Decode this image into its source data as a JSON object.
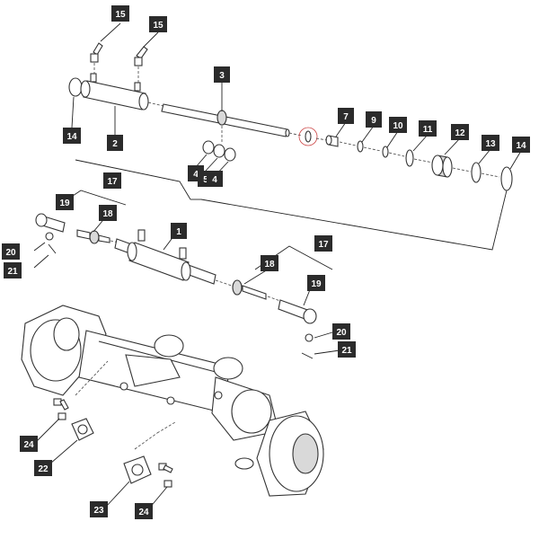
{
  "diagram": {
    "callouts": [
      {
        "id": "c15a",
        "label": "15"
      },
      {
        "id": "c15b",
        "label": "15"
      },
      {
        "id": "c3",
        "label": "3"
      },
      {
        "id": "c14a",
        "label": "14"
      },
      {
        "id": "c2",
        "label": "2"
      },
      {
        "id": "c7",
        "label": "7"
      },
      {
        "id": "c9",
        "label": "9"
      },
      {
        "id": "c10",
        "label": "10"
      },
      {
        "id": "c11",
        "label": "11"
      },
      {
        "id": "c12",
        "label": "12"
      },
      {
        "id": "c13",
        "label": "13"
      },
      {
        "id": "c14b",
        "label": "14"
      },
      {
        "id": "c4a",
        "label": "4"
      },
      {
        "id": "c5",
        "label": "5"
      },
      {
        "id": "c4b",
        "label": "4"
      },
      {
        "id": "c17a",
        "label": "17"
      },
      {
        "id": "c19a",
        "label": "19"
      },
      {
        "id": "c18a",
        "label": "18"
      },
      {
        "id": "c1",
        "label": "1"
      },
      {
        "id": "c20a",
        "label": "20"
      },
      {
        "id": "c21a",
        "label": "21"
      },
      {
        "id": "c17b",
        "label": "17"
      },
      {
        "id": "c18b",
        "label": "18"
      },
      {
        "id": "c19b",
        "label": "19"
      },
      {
        "id": "c20b",
        "label": "20"
      },
      {
        "id": "c21b",
        "label": "21"
      },
      {
        "id": "c24a",
        "label": "24"
      },
      {
        "id": "c22",
        "label": "22"
      },
      {
        "id": "c23",
        "label": "23"
      },
      {
        "id": "c24b",
        "label": "24"
      }
    ]
  }
}
